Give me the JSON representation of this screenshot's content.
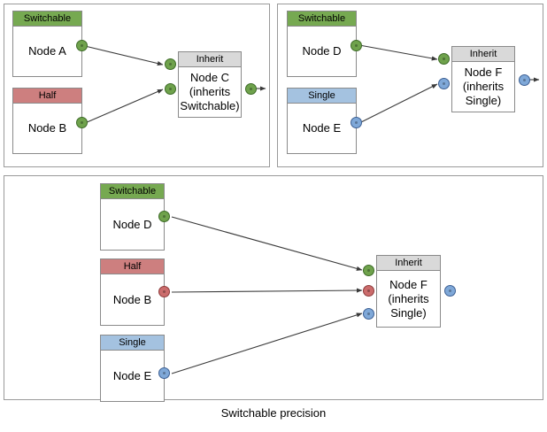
{
  "diagram": {
    "caption": "Switchable precision",
    "colors": {
      "switchable_header": "#76A951",
      "half_header": "#CD7F7F",
      "single_header": "#A4C2E0",
      "inherit_header": "#D9D9D9",
      "port_green": "#6FA24C",
      "port_red": "#CB6C6C",
      "port_blue": "#7FA8D8",
      "border": "#8A8A8A",
      "panel_border": "#9A9A9A",
      "edge": "#3A3A3A",
      "background": "#FFFFFF"
    }
  },
  "panels": [
    {
      "id": "top-left",
      "name": "switchable-inherits-switchable",
      "nodes": [
        {
          "id": "node-a",
          "header": "Switchable",
          "header_style": "switchable",
          "label": "Node A",
          "ports": [
            {
              "kind": "output",
              "color": "green"
            }
          ]
        },
        {
          "id": "node-b",
          "header": "Half",
          "header_style": "half",
          "label": "Node B",
          "ports": [
            {
              "kind": "output",
              "color": "green"
            }
          ]
        },
        {
          "id": "node-c",
          "header": "Inherit",
          "header_style": "inherit",
          "label": "Node C\n(inherits\nSwitchable)",
          "ports": [
            {
              "kind": "input",
              "color": "green"
            },
            {
              "kind": "input",
              "color": "green"
            },
            {
              "kind": "output",
              "color": "green"
            }
          ]
        }
      ],
      "edges": [
        {
          "from": "node-a",
          "to": "node-c",
          "to_port": 0
        },
        {
          "from": "node-b",
          "to": "node-c",
          "to_port": 1
        },
        {
          "from": "node-c",
          "to": "outside",
          "to_port": null
        }
      ]
    },
    {
      "id": "top-right",
      "name": "switchable-single-inherits-single",
      "nodes": [
        {
          "id": "node-d",
          "header": "Switchable",
          "header_style": "switchable",
          "label": "Node D",
          "ports": [
            {
              "kind": "output",
              "color": "green"
            }
          ]
        },
        {
          "id": "node-e",
          "header": "Single",
          "header_style": "single",
          "label": "Node E",
          "ports": [
            {
              "kind": "output",
              "color": "blue"
            }
          ]
        },
        {
          "id": "node-f-top",
          "header": "Inherit",
          "header_style": "inherit",
          "label": "Node F\n(inherits\nSingle)",
          "ports": [
            {
              "kind": "input",
              "color": "green"
            },
            {
              "kind": "input",
              "color": "blue"
            },
            {
              "kind": "output",
              "color": "blue"
            }
          ]
        }
      ],
      "edges": [
        {
          "from": "node-d",
          "to": "node-f-top",
          "to_port": 0
        },
        {
          "from": "node-e",
          "to": "node-f-top",
          "to_port": 1
        },
        {
          "from": "node-f-top",
          "to": "outside",
          "to_port": null
        }
      ]
    },
    {
      "id": "bottom",
      "name": "three-inputs-inherits-single",
      "nodes": [
        {
          "id": "node-d-b",
          "header": "Switchable",
          "header_style": "switchable",
          "label": "Node D",
          "ports": [
            {
              "kind": "output",
              "color": "green"
            }
          ]
        },
        {
          "id": "node-b-b",
          "header": "Half",
          "header_style": "half",
          "label": "Node B",
          "ports": [
            {
              "kind": "output",
              "color": "red"
            }
          ]
        },
        {
          "id": "node-e-b",
          "header": "Single",
          "header_style": "single",
          "label": "Node E",
          "ports": [
            {
              "kind": "output",
              "color": "blue"
            }
          ]
        },
        {
          "id": "node-f-b",
          "header": "Inherit",
          "header_style": "inherit",
          "label": "Node F\n(inherits\nSingle)",
          "ports": [
            {
              "kind": "input",
              "color": "green"
            },
            {
              "kind": "input",
              "color": "red"
            },
            {
              "kind": "input",
              "color": "blue"
            },
            {
              "kind": "output",
              "color": "blue"
            }
          ]
        }
      ],
      "edges": [
        {
          "from": "node-d-b",
          "to": "node-f-b",
          "to_port": 0
        },
        {
          "from": "node-b-b",
          "to": "node-f-b",
          "to_port": 1
        },
        {
          "from": "node-e-b",
          "to": "node-f-b",
          "to_port": 2
        }
      ]
    }
  ],
  "labels": {
    "switchable": "Switchable",
    "half": "Half",
    "single": "Single",
    "inherit": "Inherit",
    "node_a": "Node A",
    "node_b": "Node B",
    "node_c": "Node C\n(inherits\nSwitchable)",
    "node_d": "Node D",
    "node_e": "Node E",
    "node_f": "Node F\n(inherits\nSingle)"
  }
}
